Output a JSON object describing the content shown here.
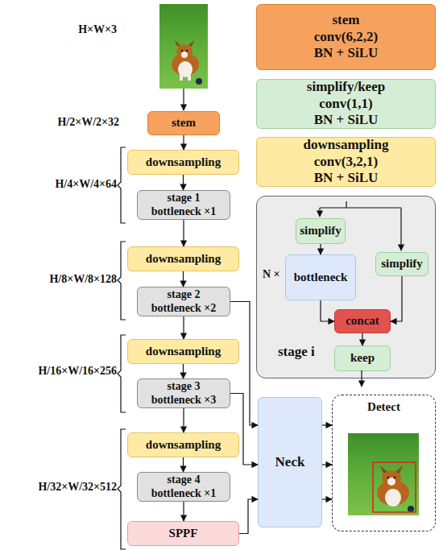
{
  "diagram": {
    "nodes": [
      {
        "text": [
          "stem"
        ]
      },
      {
        "text": [
          "downsampling"
        ]
      },
      {
        "text": [
          "stage 1",
          "bottleneck ×1"
        ]
      },
      {
        "text": [
          "downsampling"
        ]
      },
      {
        "text": [
          "stage 2",
          "bottleneck ×2"
        ]
      },
      {
        "text": [
          "downsampling"
        ]
      },
      {
        "text": [
          "stage 3",
          "bottleneck ×3"
        ]
      },
      {
        "text": [
          "downsampling"
        ]
      },
      {
        "text": [
          "stage 4",
          "bottleneck ×1"
        ]
      },
      {
        "text": [
          "SPPF"
        ]
      },
      {
        "text": [
          "stem",
          "conv(6,2,2)",
          "BN + SiLU"
        ]
      },
      {
        "text": [
          "simplify/keep",
          "conv(1,1)",
          "BN + SiLU"
        ]
      },
      {
        "text": [
          "downsampling",
          "conv(3,2,1)",
          "BN + SiLU"
        ]
      },
      {
        "text": [
          "stage i"
        ]
      },
      {
        "text": [
          "simplify"
        ],
        "in": 13
      },
      {
        "text": [
          "bottleneck"
        ],
        "in": 13
      },
      {
        "text": [
          "simplify"
        ],
        "in": 13
      },
      {
        "text": [
          "concat"
        ],
        "in": 13
      },
      {
        "text": [
          "keep"
        ],
        "in": 13
      },
      {
        "text": [
          "Neck"
        ]
      },
      {
        "text": [
          "Detect"
        ]
      }
    ],
    "edges": [
      {
        "from": 0,
        "to": 1,
        "arrow": "to"
      },
      {
        "from": 1,
        "to": 2,
        "arrow": "to"
      },
      {
        "from": 2,
        "to": 3,
        "arrow": "to"
      },
      {
        "from": 3,
        "to": 4,
        "arrow": "to"
      },
      {
        "from": 4,
        "to": 5,
        "arrow": "to"
      },
      {
        "from": 5,
        "to": 6,
        "arrow": "to"
      },
      {
        "from": 6,
        "to": 7,
        "arrow": "to"
      },
      {
        "from": 7,
        "to": 8,
        "arrow": "to"
      },
      {
        "from": 8,
        "to": 9,
        "arrow": "to"
      },
      {
        "from": 4,
        "to": 19,
        "arrow": "to"
      },
      {
        "from": 6,
        "to": 19,
        "arrow": "to"
      },
      {
        "from": 9,
        "to": 19,
        "arrow": "to"
      },
      {
        "from": 19,
        "to": 20,
        "arrow": "to"
      },
      {
        "from": 19,
        "to": 20,
        "arrow": "to"
      },
      {
        "from": 19,
        "to": 20,
        "arrow": "to"
      },
      {
        "from": 14,
        "to": 15,
        "arrow": "to"
      },
      {
        "from": 15,
        "to": 17,
        "arrow": "to"
      },
      {
        "from": 16,
        "to": 17,
        "arrow": "to"
      },
      {
        "from": 17,
        "to": 18,
        "arrow": "to"
      }
    ],
    "labels": [
      "H×W×3",
      "H/2×W/2×32",
      "H/4×W/4×64",
      "H/8×W/8×128",
      "H/16×W/16×256",
      "H/32×W/32×512",
      "N ×"
    ]
  }
}
